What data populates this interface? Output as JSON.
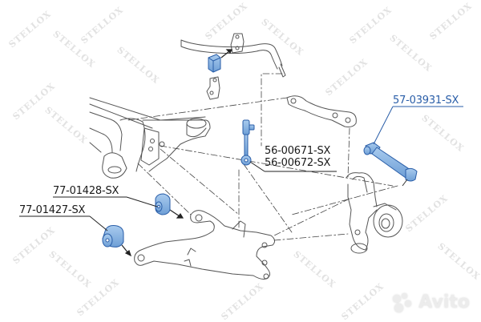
{
  "diagram": {
    "subject": "Rear suspension exploded view",
    "watermark_text": "STELLOX",
    "colors": {
      "line_art": "#555555",
      "part_fill": "#8fb8e3",
      "part_stroke": "#2a5ea8",
      "label_text": "#1a1a1a",
      "highlight_label": "#2a5ea8",
      "watermark": "#e2e2e2"
    },
    "labels": [
      {
        "id": "p1",
        "text": "57-03931-SX",
        "highlight": true
      },
      {
        "id": "p2a",
        "text": "56-00671-SX",
        "highlight": false
      },
      {
        "id": "p2b",
        "text": "56-00672-SX",
        "highlight": false
      },
      {
        "id": "p3",
        "text": "77-01428-SX",
        "highlight": false
      },
      {
        "id": "p4",
        "text": "77-01427-SX",
        "highlight": false
      }
    ]
  },
  "overlay": {
    "brand": "Avito"
  }
}
